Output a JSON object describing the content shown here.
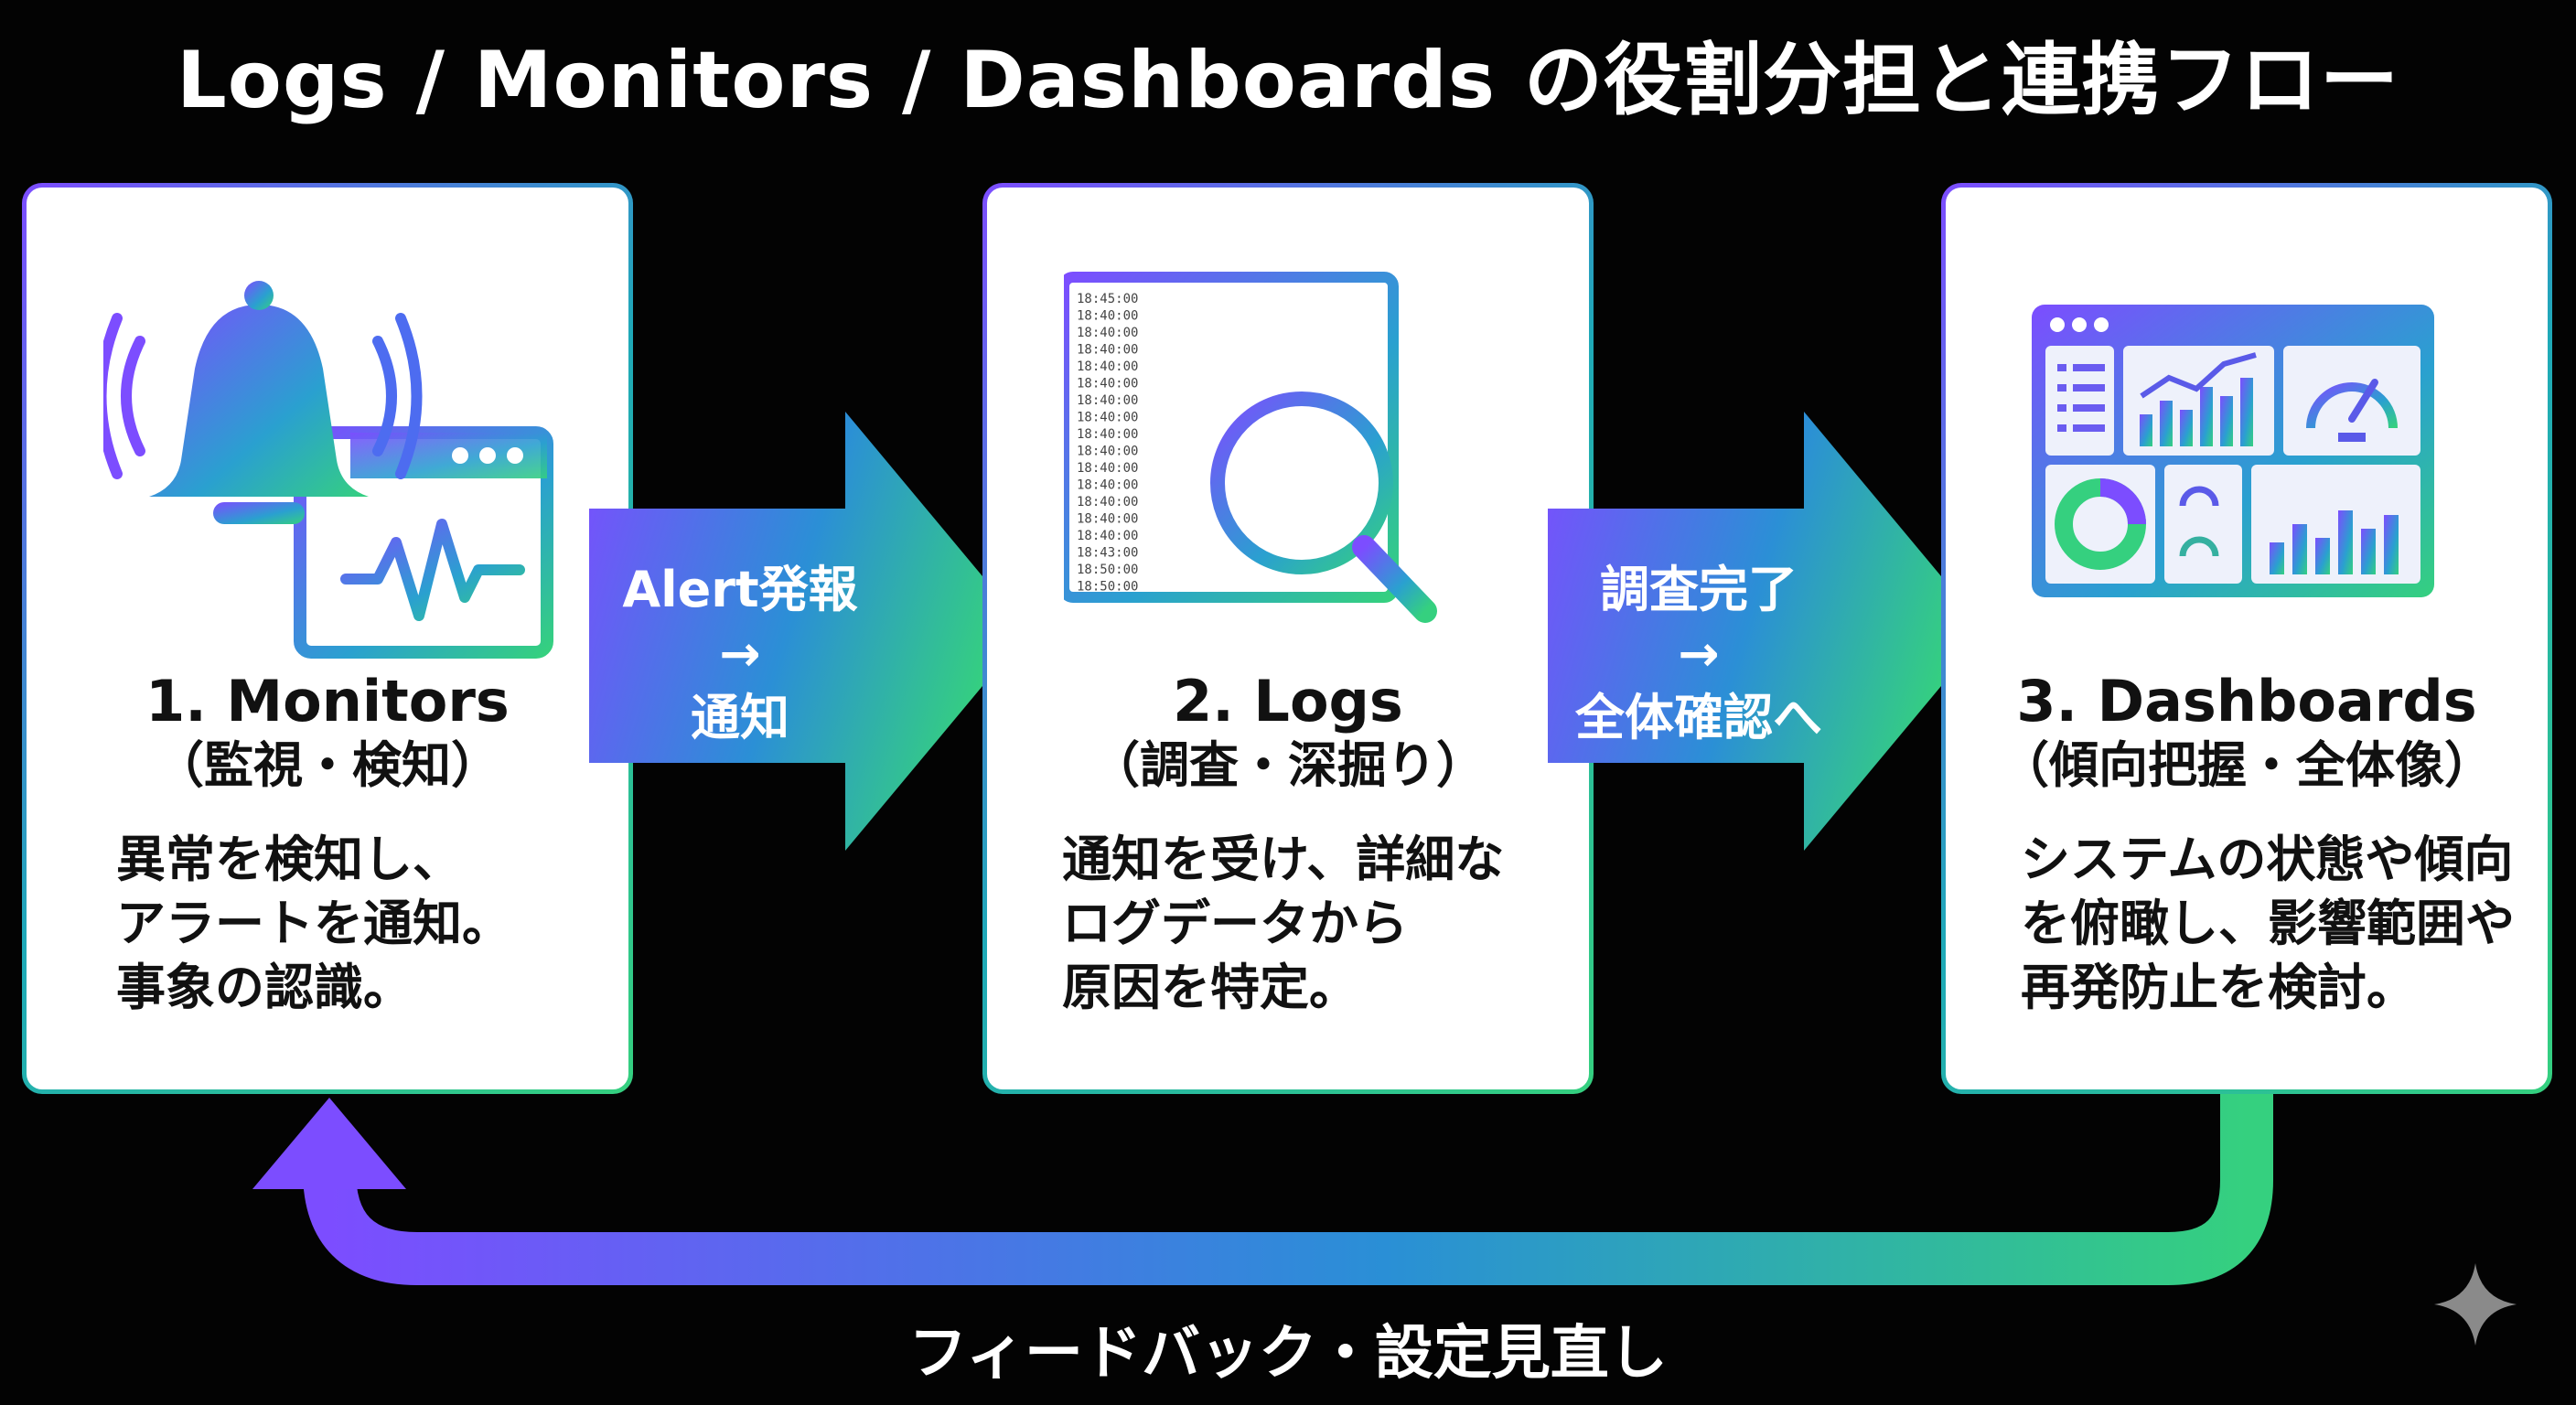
{
  "title": "Logs / Monitors / Dashboards の役割分担と連携フロー",
  "cards": [
    {
      "icon": "bell-monitor-icon",
      "title": "1. Monitors",
      "subtitle": "（監視・検知）",
      "description": [
        "異常を検知し、",
        "アラートを通知。",
        "事象の認識。"
      ]
    },
    {
      "icon": "log-search-icon",
      "title": "2. Logs",
      "subtitle": "（調査・深掘り）",
      "description": [
        "通知を受け、詳細な",
        "ログデータから",
        "原因を特定。"
      ],
      "log_timestamps": [
        "18:45:00",
        "18:40:00",
        "18:40:00",
        "18:40:00",
        "18:40:00",
        "18:40:00",
        "18:40:00",
        "18:40:00",
        "18:40:00",
        "18:40:00",
        "18:40:00",
        "18:40:00",
        "18:40:00",
        "18:40:00",
        "18:40:00",
        "18:43:00",
        "18:50:00",
        "18:50:00"
      ]
    },
    {
      "icon": "dashboard-icon",
      "title": "3. Dashboards",
      "subtitle": "（傾向把握・全体像）",
      "description": [
        "システムの状態や傾向",
        "を俯瞰し、影響範囲や",
        "再発防止を検討。"
      ]
    }
  ],
  "arrows": [
    {
      "lines": [
        "Alert発報",
        "→",
        "通知"
      ]
    },
    {
      "lines": [
        "調査完了",
        "→",
        "全体確認へ"
      ]
    }
  ],
  "feedback_label": "フィードバック・設定見直し",
  "colors": {
    "background": "#030303",
    "purple": "#7c4dff",
    "teal": "#1fa9b8",
    "green": "#35d07f",
    "text_dark": "#111111"
  }
}
